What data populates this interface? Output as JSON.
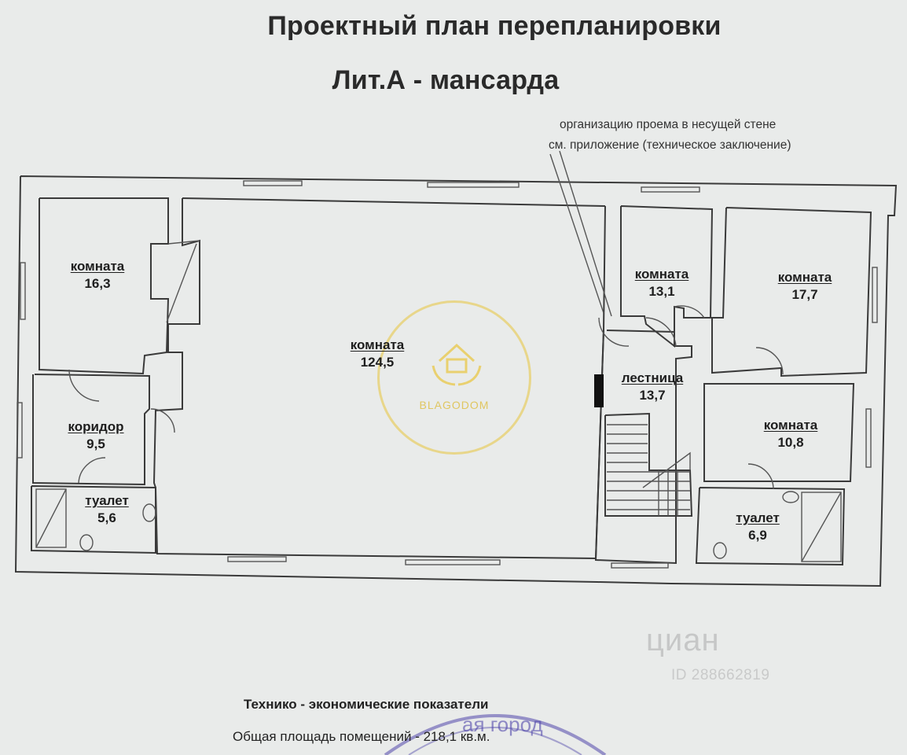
{
  "header": {
    "title_line1": "Проектный план перепланировки",
    "title_line2": "Лит.А - мансарда"
  },
  "note": {
    "line1": "организацию проема  в несущей стене",
    "line2": "см. приложение (техническое заключение)"
  },
  "rooms": [
    {
      "name": "комната",
      "area": "16,3"
    },
    {
      "name": "комната",
      "area": "124,5"
    },
    {
      "name": "комната",
      "area": "13,1"
    },
    {
      "name": "комната",
      "area": "17,7"
    },
    {
      "name": "коридор",
      "area": "9,5"
    },
    {
      "name": "лестница",
      "area": "13,7"
    },
    {
      "name": "комната",
      "area": "10,8"
    },
    {
      "name": "туалет",
      "area": "5,6"
    },
    {
      "name": "туалет",
      "area": "6,9"
    }
  ],
  "footer": {
    "tep_title": "Технико - экономические показатели",
    "total_area": "Общая площадь помещений - 218,1 кв.м."
  },
  "watermarks": {
    "logo_text": "BLAGODOM",
    "cian_text": "циан",
    "cian_id": "ID 288662819",
    "stamp_text": "ая город"
  },
  "colors": {
    "background": "#e9ebea",
    "wall": "#3a3a3a",
    "logo": "#e8c43a"
  }
}
